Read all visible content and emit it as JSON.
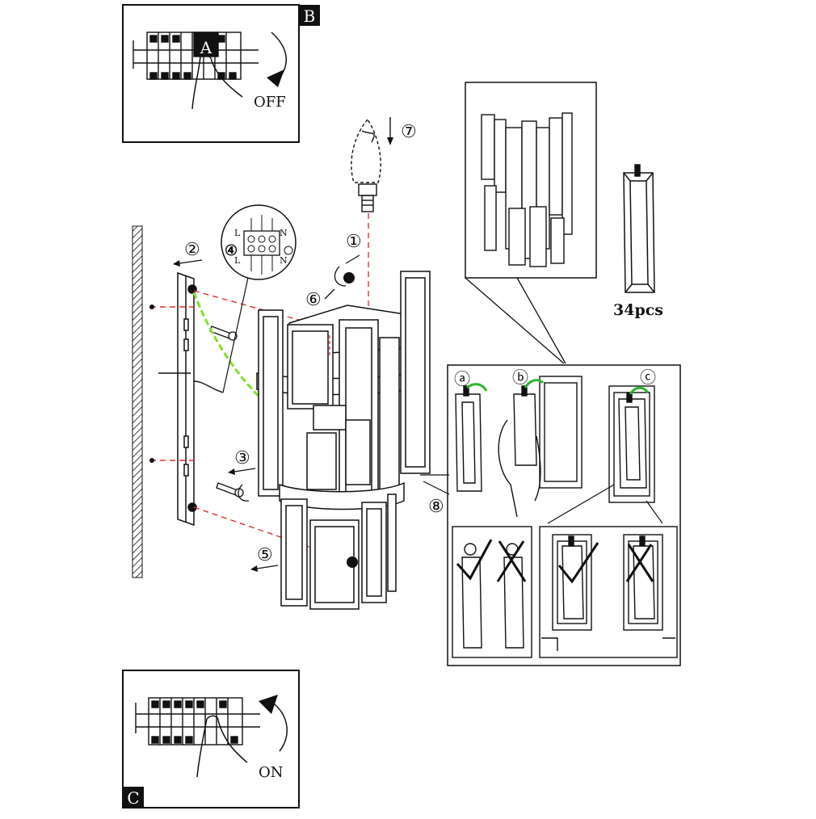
{
  "panels": {
    "off": {
      "badge": "B",
      "inner_label": "A",
      "action": "OFF"
    },
    "on": {
      "badge": "C",
      "action": "ON"
    }
  },
  "steps": [
    "①",
    "②",
    "③",
    "④",
    "⑤",
    "⑥",
    "⑦",
    "⑧"
  ],
  "terminal": {
    "live": "L",
    "neutral": "N"
  },
  "crystal_count": "34pcs",
  "crystal_steps": [
    "ⓐ",
    "ⓑ",
    "ⓒ"
  ],
  "colors": {
    "ink": "#111111",
    "guide": "#e0302e",
    "ground_wire": "#7fe02a",
    "wire_hook": "#2db52d"
  }
}
